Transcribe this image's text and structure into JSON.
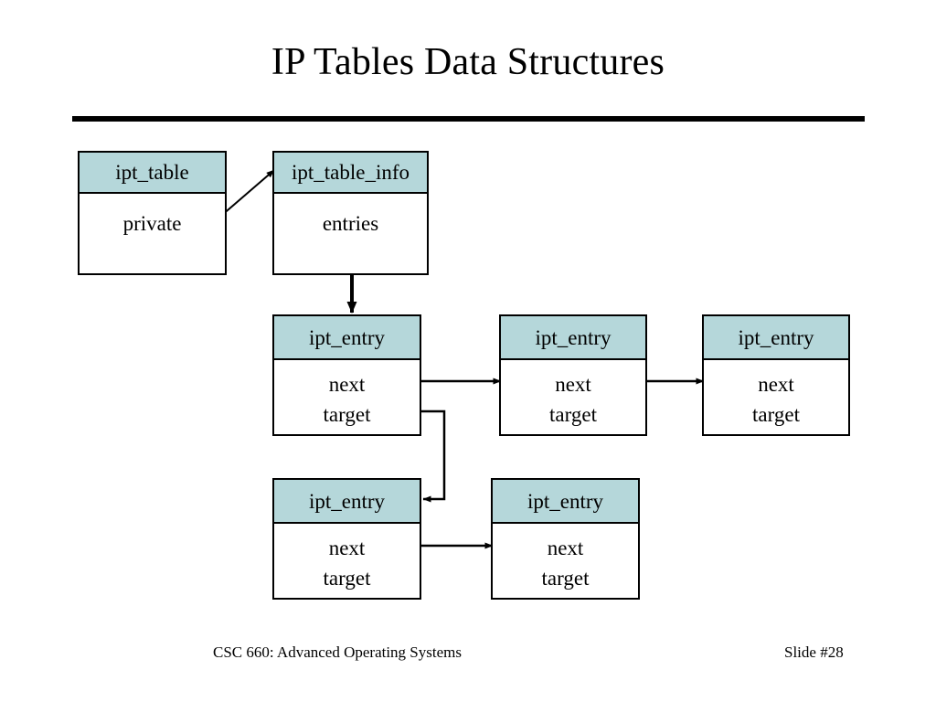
{
  "slide": {
    "title": "IP Tables Data Structures",
    "footer_left": "CSC 660: Advanced Operating Systems",
    "footer_right": "Slide #28"
  },
  "colors": {
    "header_fill": "#b5d7da",
    "box_border": "#000000",
    "box_fill": "#ffffff",
    "line": "#000000",
    "text": "#000000",
    "background": "#ffffff"
  },
  "boxes": {
    "ipt_table": {
      "title": "ipt_table",
      "fields": [
        "private"
      ]
    },
    "ipt_table_info": {
      "title": "ipt_table_info",
      "fields": [
        "entries"
      ]
    },
    "entry_1": {
      "title": "ipt_entry",
      "field_next": "next",
      "field_target": "target"
    },
    "entry_2": {
      "title": "ipt_entry",
      "field_next": "next",
      "field_target": "target"
    },
    "entry_3": {
      "title": "ipt_entry",
      "field_next": "next",
      "field_target": "target"
    },
    "entry_4": {
      "title": "ipt_entry",
      "field_next": "next",
      "field_target": "target"
    },
    "entry_5": {
      "title": "ipt_entry",
      "field_next": "next",
      "field_target": "target"
    }
  },
  "connectors": [
    {
      "name": "private-to-table-info",
      "from": "ipt_table.private",
      "to": "ipt_table_info.header",
      "style": "diagonal-arrow"
    },
    {
      "name": "entries-to-entry-1",
      "from": "ipt_table_info.entries",
      "to": "entry_1.header",
      "style": "vertical-arrow"
    },
    {
      "name": "entry1-next-to-entry2",
      "from": "entry_1.next",
      "to": "entry_2.next",
      "style": "horizontal-arrow"
    },
    {
      "name": "entry2-next-to-entry3",
      "from": "entry_2.next",
      "to": "entry_3.next",
      "style": "horizontal-arrow"
    },
    {
      "name": "entry1-target-to-entry4",
      "from": "entry_1.target",
      "to": "entry_4.header",
      "style": "orthogonal-arrow"
    },
    {
      "name": "entry4-next-to-entry5",
      "from": "entry_4.next",
      "to": "entry_5.next",
      "style": "horizontal-arrow"
    }
  ]
}
